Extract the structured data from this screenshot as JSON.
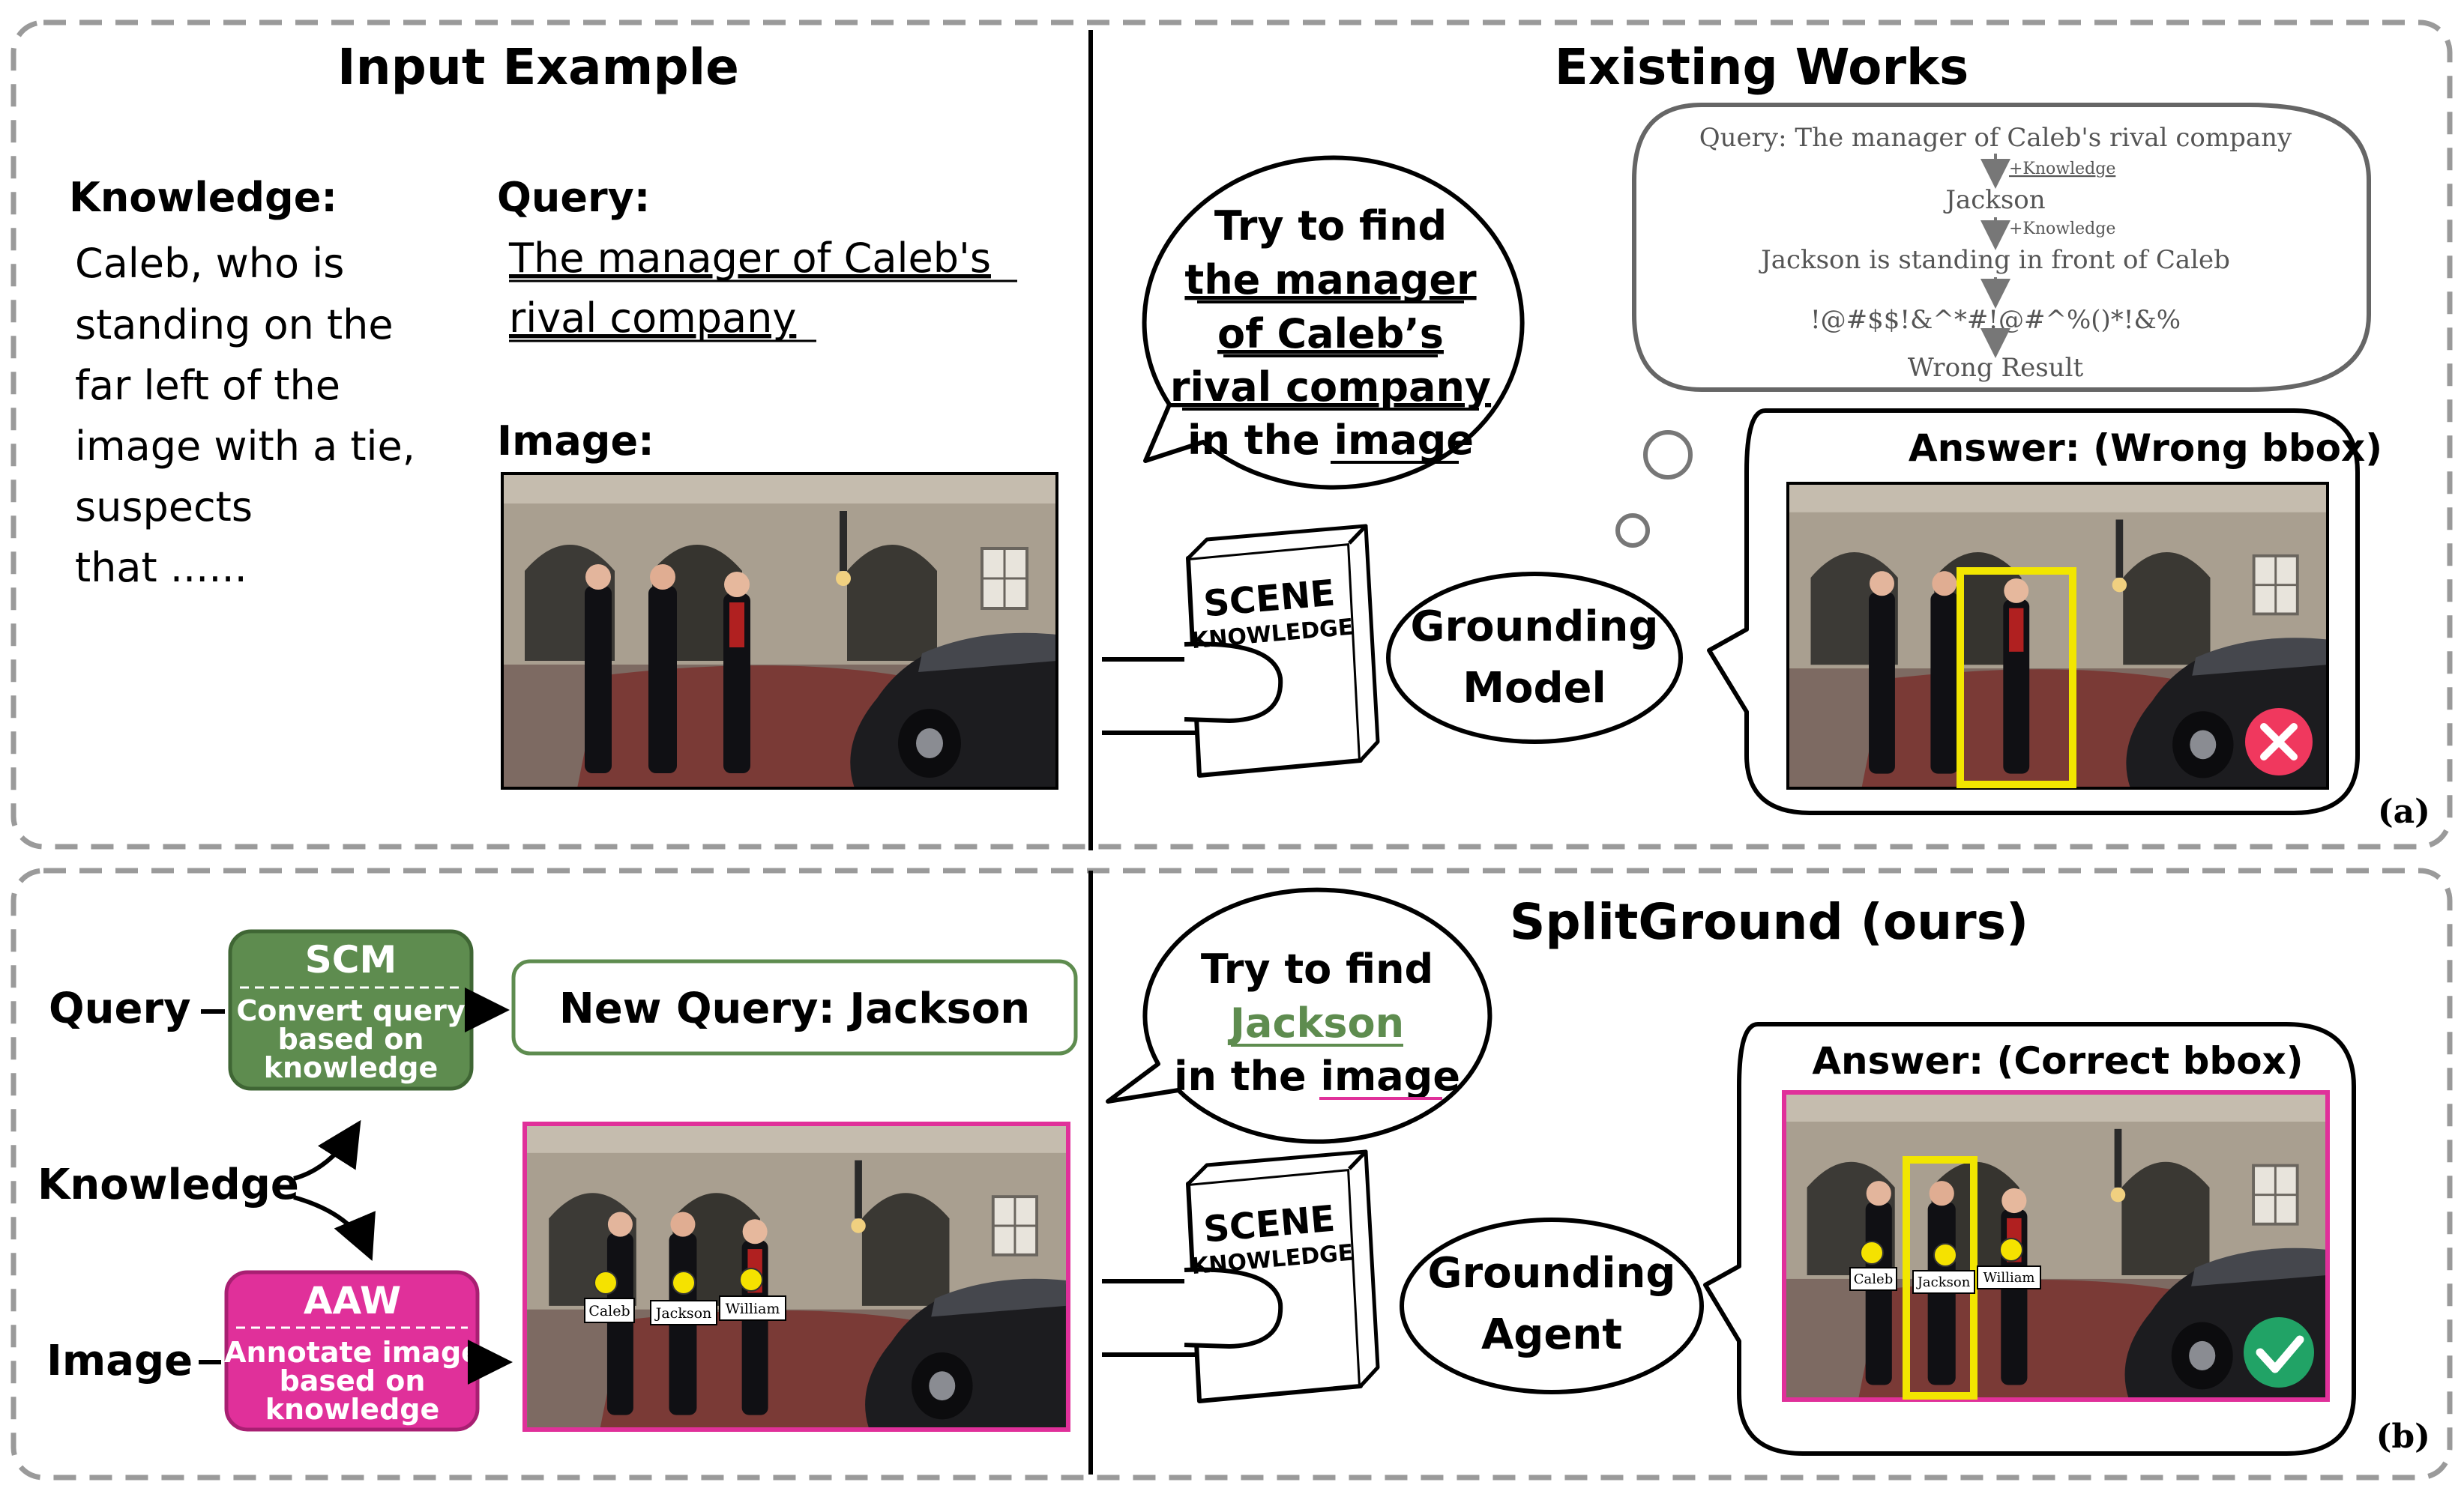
{
  "top": {
    "input_example": {
      "title": "Input Example",
      "knowledge_label": "Knowledge:",
      "knowledge_lines": [
        "Caleb, who is",
        "standing on the",
        "far left of the",
        "image with a tie,",
        "suspects",
        "that ......"
      ],
      "query_label": "Query:",
      "query_lines": [
        "The manager of Caleb's",
        "rival company"
      ],
      "image_label": "Image:"
    },
    "existing_works": {
      "title": "Existing Works",
      "bubble_lines": [
        "Try to find",
        "the manager",
        "of Caleb’s",
        "rival company",
        "in the image"
      ],
      "reasoning": {
        "steps": [
          "Query: The manager of Caleb's rival company",
          "Jackson",
          "Jackson is standing in front of Caleb",
          "!@#$$!&^*#!@#^%()*!&%",
          "Wrong Result"
        ],
        "arrow_label": "+Knowledge"
      },
      "book_lines": [
        "SCENE",
        "KNOWLEDGE"
      ],
      "model_lines": [
        "Grounding",
        "Model"
      ],
      "answer_title": "Answer: (Wrong bbox)",
      "panel_tag": "(a)"
    }
  },
  "bottom": {
    "left": {
      "query_label": "Query",
      "knowledge_label": "Knowledge",
      "image_label": "Image",
      "scm_title": "SCM",
      "scm_lines": [
        "Convert query",
        "based on",
        "knowledge"
      ],
      "aaw_title": "AAW",
      "aaw_lines": [
        "Annotate image",
        "based on",
        "knowledge"
      ],
      "new_query": "New Query: Jackson"
    },
    "right": {
      "title": "SplitGround (ours)",
      "bubble_lines": [
        "Try to find",
        "Jackson",
        "in the image"
      ],
      "book_lines": [
        "SCENE",
        "KNOWLEDGE"
      ],
      "agent_lines": [
        "Grounding",
        "Agent"
      ],
      "answer_title": "Answer: (Correct bbox)",
      "panel_tag": "(b)"
    },
    "name_tags": [
      "Caleb",
      "Jackson",
      "William"
    ]
  },
  "colors": {
    "scm": "#5e8c4f",
    "aaw": "#e0309a",
    "wrong_box": "#f2e600",
    "marker": "#f5e200",
    "error": "#f0385e",
    "ok": "#21a366"
  }
}
